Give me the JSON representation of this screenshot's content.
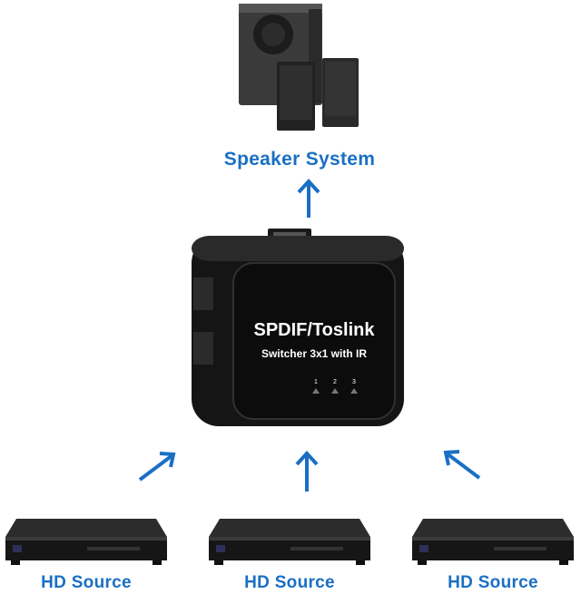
{
  "output": {
    "label": "Speaker System"
  },
  "switcher": {
    "title": "SPDIF/Toslink",
    "subtitle": "Switcher 3x1 with IR",
    "leds": [
      "1",
      "2",
      "3"
    ]
  },
  "sources": [
    {
      "label": "HD Source"
    },
    {
      "label": "HD Source"
    },
    {
      "label": "HD Source"
    }
  ],
  "colors": {
    "arrow": "#1a6fc4",
    "label": "#1a6fc4",
    "device": "#111111"
  },
  "icons": [
    "speaker-system-icon",
    "switcher-device",
    "blu-ray-player-icon",
    "arrow-up-icon"
  ]
}
